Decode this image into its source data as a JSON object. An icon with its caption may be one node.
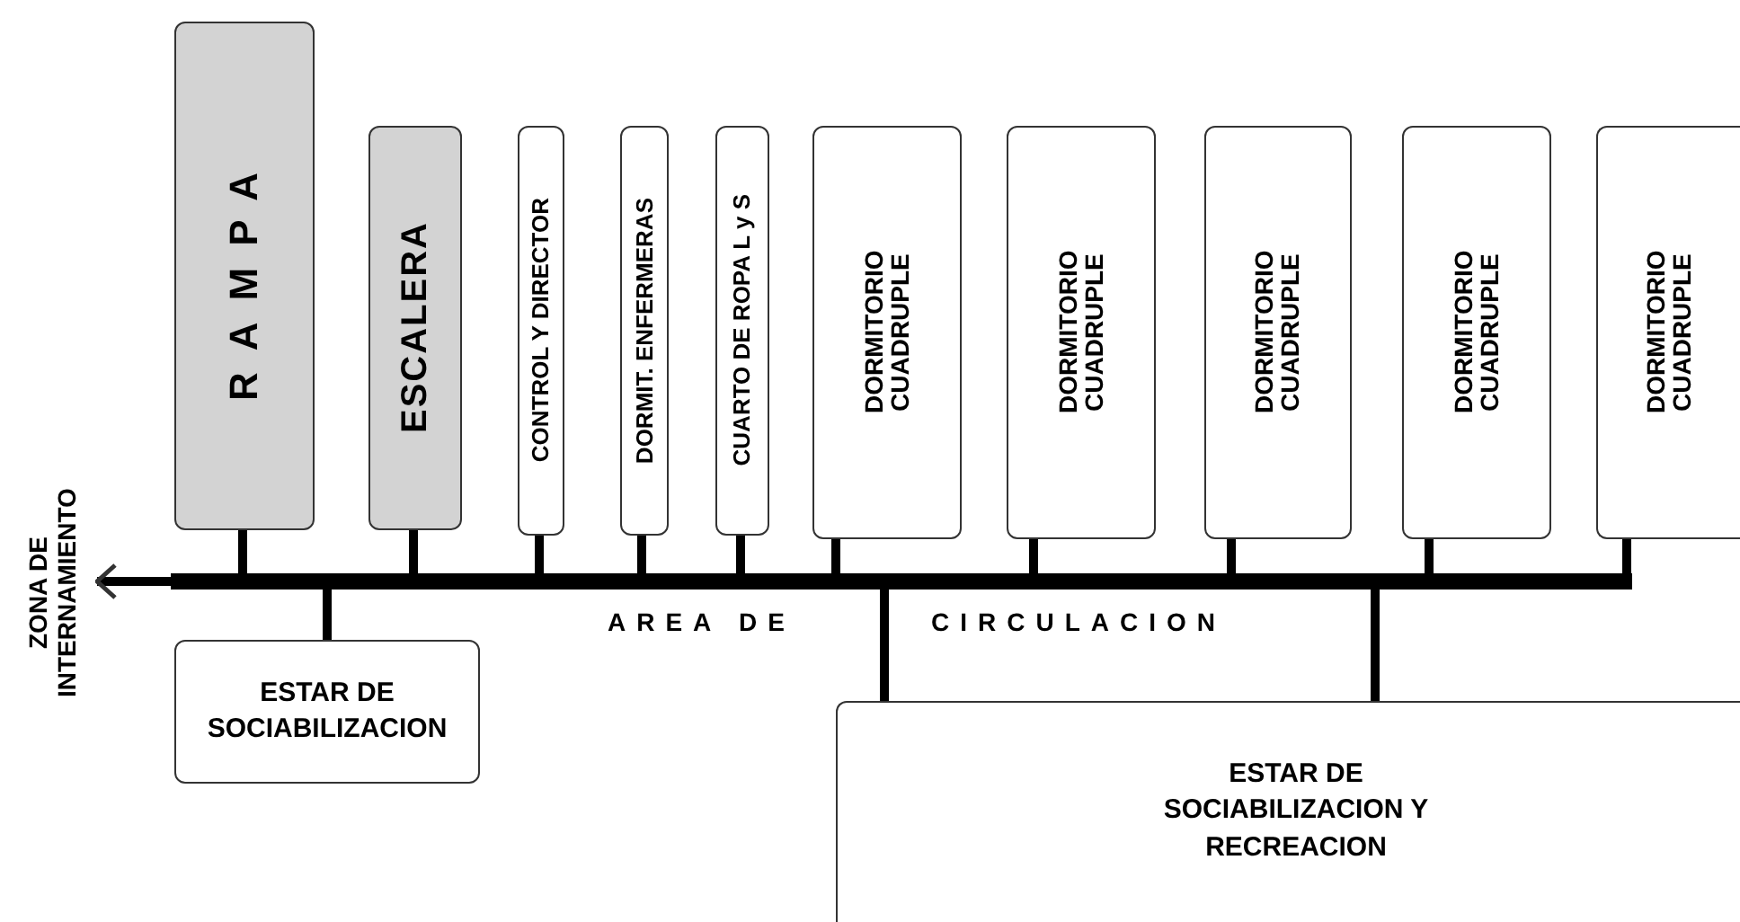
{
  "diagram": {
    "nodes": [
      {
        "text": [
          "RAMPA"
        ]
      },
      {
        "text": [
          "ESCALERA"
        ]
      },
      {
        "text": [
          "CONTROL Y DIRECTOR"
        ]
      },
      {
        "text": [
          "DORMIT. ENFERMERAS"
        ]
      },
      {
        "text": [
          "CUARTO DE ROPA L y S"
        ]
      },
      {
        "text": [
          "DORMITORIO CUADRUPLE"
        ]
      },
      {
        "text": [
          "DORMITORIO CUADRUPLE"
        ]
      },
      {
        "text": [
          "DORMITORIO CUADRUPLE"
        ]
      },
      {
        "text": [
          "DORMITORIO CUADRUPLE"
        ]
      },
      {
        "text": [
          "DORMITORIO CUADRUPLE"
        ]
      },
      {
        "text": [
          "AREA DE",
          "CIRCULACION"
        ]
      },
      {
        "text": [
          "ZONA DE INTERNAMIENTO"
        ]
      },
      {
        "text": [
          "ESTAR DE SOCIABILIZACION"
        ]
      },
      {
        "text": [
          "ESTAR DE SOCIABILIZACION Y RECREACION"
        ]
      }
    ],
    "edges": [
      {
        "from": 0,
        "to": 10,
        "arrow": "none"
      },
      {
        "from": 1,
        "to": 10,
        "arrow": "none"
      },
      {
        "from": 2,
        "to": 10,
        "arrow": "none"
      },
      {
        "from": 3,
        "to": 10,
        "arrow": "none"
      },
      {
        "from": 4,
        "to": 10,
        "arrow": "none"
      },
      {
        "from": 5,
        "to": 10,
        "arrow": "none"
      },
      {
        "from": 6,
        "to": 10,
        "arrow": "none"
      },
      {
        "from": 7,
        "to": 10,
        "arrow": "none"
      },
      {
        "from": 8,
        "to": 10,
        "arrow": "none"
      },
      {
        "from": 9,
        "to": 10,
        "arrow": "none"
      },
      {
        "from": 12,
        "to": 10,
        "arrow": "none"
      },
      {
        "from": 13,
        "to": 10,
        "arrow": "none"
      },
      {
        "from": 13,
        "to": 10,
        "arrow": "none"
      },
      {
        "from": 10,
        "to": 11,
        "arrow": "to"
      }
    ]
  }
}
